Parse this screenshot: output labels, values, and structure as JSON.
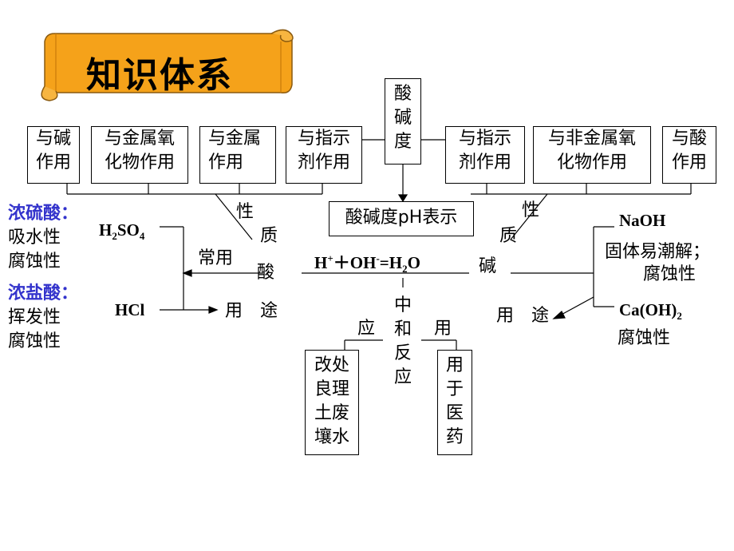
{
  "title": "知识体系",
  "center": {
    "concept_box": [
      "酸",
      "碱",
      "度"
    ],
    "ph_box": "酸碱度pH表示",
    "equation": {
      "h": "H",
      "h_sup": "+",
      "plus": "＋OH",
      "oh_sup": "-",
      "eq": "=H",
      "h2o_sub": "2",
      "o": "O"
    },
    "neutralization": [
      "中",
      "和",
      "反",
      "应"
    ],
    "ying": "应",
    "yong": "用",
    "use_left_box": [
      "改处",
      "良理",
      "土废",
      "壤水"
    ],
    "use_right_box": [
      "用",
      "于",
      "医",
      "药"
    ]
  },
  "acid": {
    "boxes": [
      [
        "与碱",
        "作用"
      ],
      [
        "与金属氧",
        "化物作用"
      ],
      [
        "与金属",
        "作用"
      ],
      [
        "与指示",
        "剂作用"
      ]
    ],
    "xing": "性",
    "zhi": "质",
    "label": "酸",
    "changyong": "常用",
    "h2so4": {
      "h": "H",
      "sub2": "2",
      "so": "SO",
      "sub4": "4"
    },
    "hcl": "HCl",
    "yong": "用",
    "tu": "途",
    "conc_sulfuric_title": "浓硫酸：",
    "conc_sulfuric_props": [
      "吸水性",
      "腐蚀性"
    ],
    "conc_hcl_title": "浓盐酸：",
    "conc_hcl_props": [
      "挥发性",
      "腐蚀性"
    ]
  },
  "base": {
    "boxes": [
      [
        "与指示",
        "剂作用"
      ],
      [
        "与非金属氧",
        "化物作用"
      ],
      [
        "与酸",
        "作用"
      ]
    ],
    "xing": "性",
    "zhi": "质",
    "label": "碱",
    "naoh": "NaOH",
    "naoh_props": [
      "固体易潮解；",
      "腐蚀性"
    ],
    "caoh2": {
      "pre": "Ca(OH)",
      "sub": "2"
    },
    "caoh2_prop": "腐蚀性",
    "yong": "用",
    "tu": "途"
  },
  "colors": {
    "banner": "#f5a21a",
    "banner_dark": "#c97a0a",
    "blue_label": "#3333cc"
  }
}
